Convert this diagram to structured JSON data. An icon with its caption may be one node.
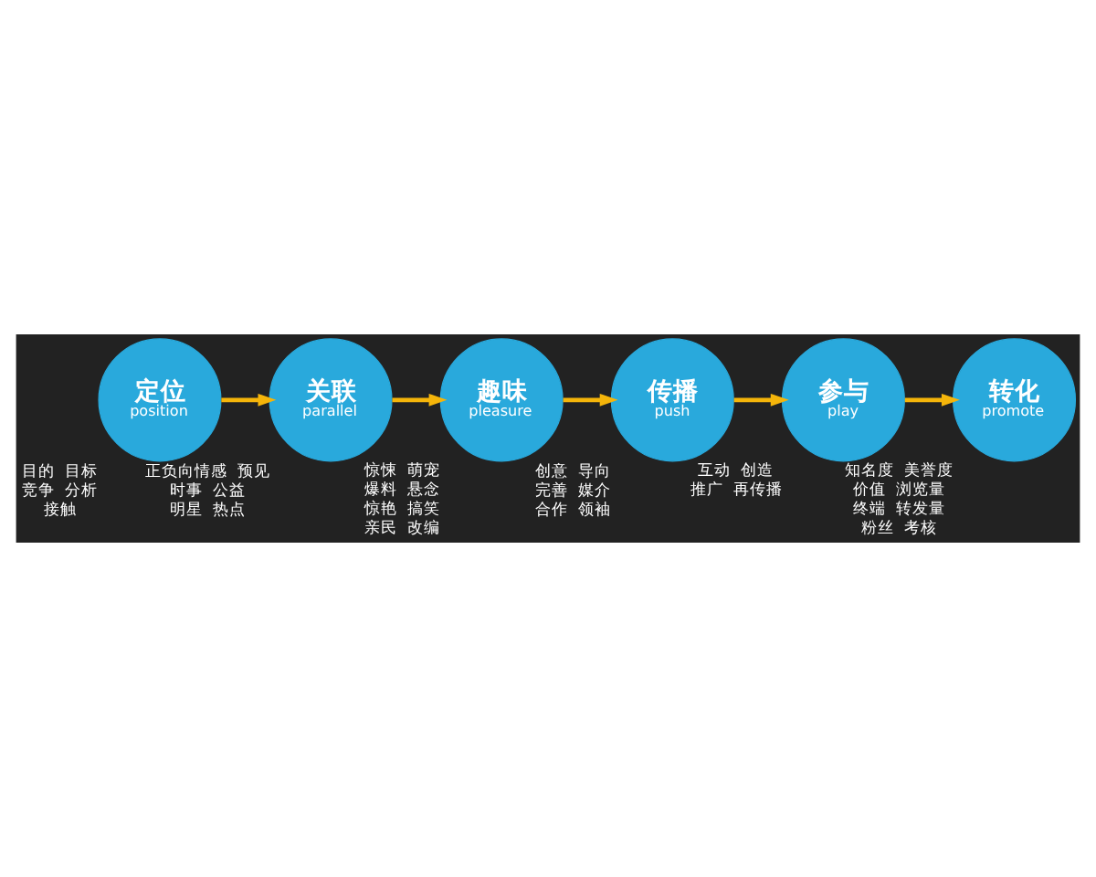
{
  "diagram": {
    "nodes": [
      {
        "text": [
          "定位",
          "position"
        ],
        "beside": [
          "目的",
          "目标",
          "竞争",
          "分析",
          "接触"
        ]
      },
      {
        "text": [
          "关联",
          "parallel"
        ],
        "beside": [
          "正负向情感",
          "预见",
          "时事",
          "公益",
          "明星",
          "热点"
        ]
      },
      {
        "text": [
          "趣味",
          "pleasure"
        ],
        "beside": [
          "惊悚",
          "萌宠",
          "爆料",
          "悬念",
          "惊艳",
          "搞笑",
          "亲民",
          "改编"
        ]
      },
      {
        "text": [
          "传播",
          "push"
        ],
        "beside": [
          "创意",
          "导向",
          "完善",
          "媒介",
          "合作",
          "领袖"
        ]
      },
      {
        "text": [
          "参与",
          "play"
        ],
        "beside": [
          "互动",
          "创造",
          "推广",
          "再传播"
        ]
      },
      {
        "text": [
          "转化",
          "promote"
        ],
        "beside": [
          "知名度",
          "美誉度",
          "价值",
          "浏览量",
          "终端",
          "转发量",
          "粉丝",
          "考核"
        ]
      }
    ],
    "edges": [
      {
        "from": 0,
        "to": 1,
        "arrow": "to"
      },
      {
        "from": 1,
        "to": 2,
        "arrow": "to"
      },
      {
        "from": 2,
        "to": 3,
        "arrow": "to"
      },
      {
        "from": 3,
        "to": 4,
        "arrow": "to"
      },
      {
        "from": 4,
        "to": 5,
        "arrow": "to"
      }
    ]
  }
}
